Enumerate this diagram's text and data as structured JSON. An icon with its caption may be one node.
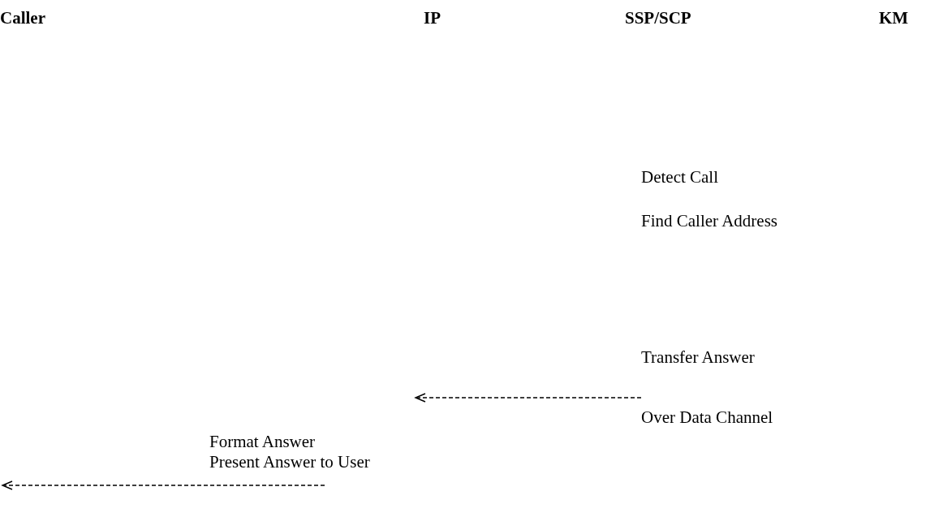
{
  "diagram": {
    "nodes": [
      {
        "text": [
          "Transfer Answer",
          "Over Data Channel"
        ]
      },
      {
        "text": [
          "Format Answer",
          "Present Answer to User"
        ]
      }
    ],
    "edges": [
      {
        "from": 0,
        "to": null,
        "arrow": "to",
        "style": "dashed"
      },
      {
        "from": 1,
        "to": null,
        "arrow": "to",
        "style": "dashed"
      }
    ],
    "labels": [
      "Caller",
      "IP",
      "SSP/SCP",
      "KM",
      "Detect Call",
      "Find Caller Address"
    ]
  }
}
